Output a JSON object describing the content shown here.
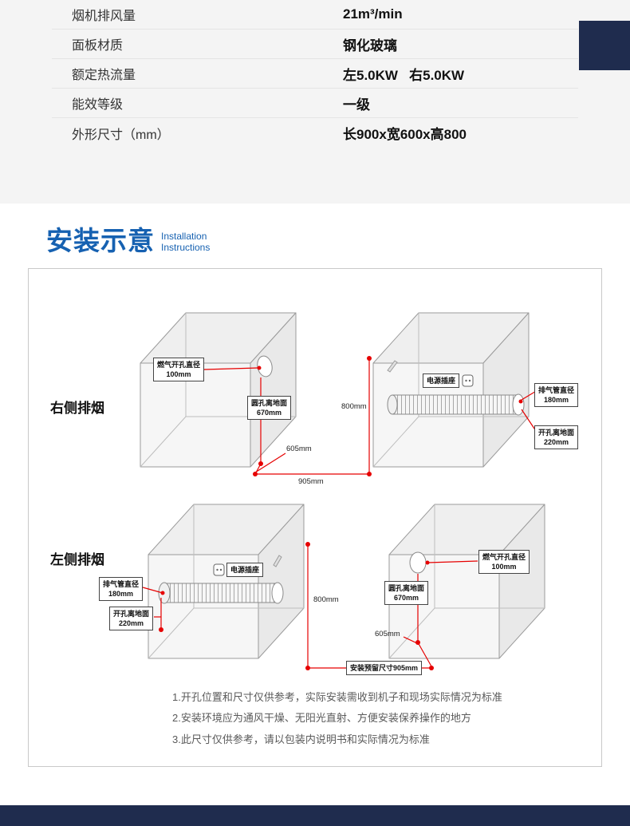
{
  "specs": {
    "rows": [
      {
        "label": "烟机排风量",
        "value": "21m³/min"
      },
      {
        "label": "面板材质",
        "value": "钢化玻璃"
      },
      {
        "label": "额定热流量",
        "value": "左5.0KW   右5.0KW"
      },
      {
        "label": "能效等级",
        "value": "一级"
      },
      {
        "label": "外形尺寸（mm）",
        "value": "长900x宽600x高800"
      }
    ]
  },
  "section_header": {
    "title": "安装示意",
    "subtitle_en_line1": "Installation",
    "subtitle_en_line2": "Instructions"
  },
  "diagram": {
    "group_right_label": "右侧排烟",
    "group_left_label": "左侧排烟",
    "labels": {
      "gas_hole_1": "燃气开孔直径\n100mm",
      "floor_hole_1": "圆孔离地面\n670mm",
      "dim_605_1": "605mm",
      "dim_905_1": "905mm",
      "dim_800_1": "800mm",
      "socket_1": "电源插座",
      "pipe_dia_1": "排气管直径\n180mm",
      "hole_floor_1": "开孔离地面\n220mm",
      "pipe_dia_2": "排气管直径\n180mm",
      "hole_floor_2": "开孔离地面\n220mm",
      "socket_2": "电源插座",
      "dim_800_2": "800mm",
      "reserve_905": "安装预留尺寸905mm",
      "gas_hole_2": "燃气开孔直径\n100mm",
      "floor_hole_2": "圆孔离地面\n670mm",
      "dim_605_2": "605mm"
    },
    "notes": [
      "1.开孔位置和尺寸仅供参考，实际安装需收到机子和现场实际情况为标准",
      "2.安装环境应为通风干燥、无阳光直射、方便安装保养操作的地方",
      "3.此尺寸仅供参考，请以包装内说明书和实际情况为标准"
    ]
  }
}
